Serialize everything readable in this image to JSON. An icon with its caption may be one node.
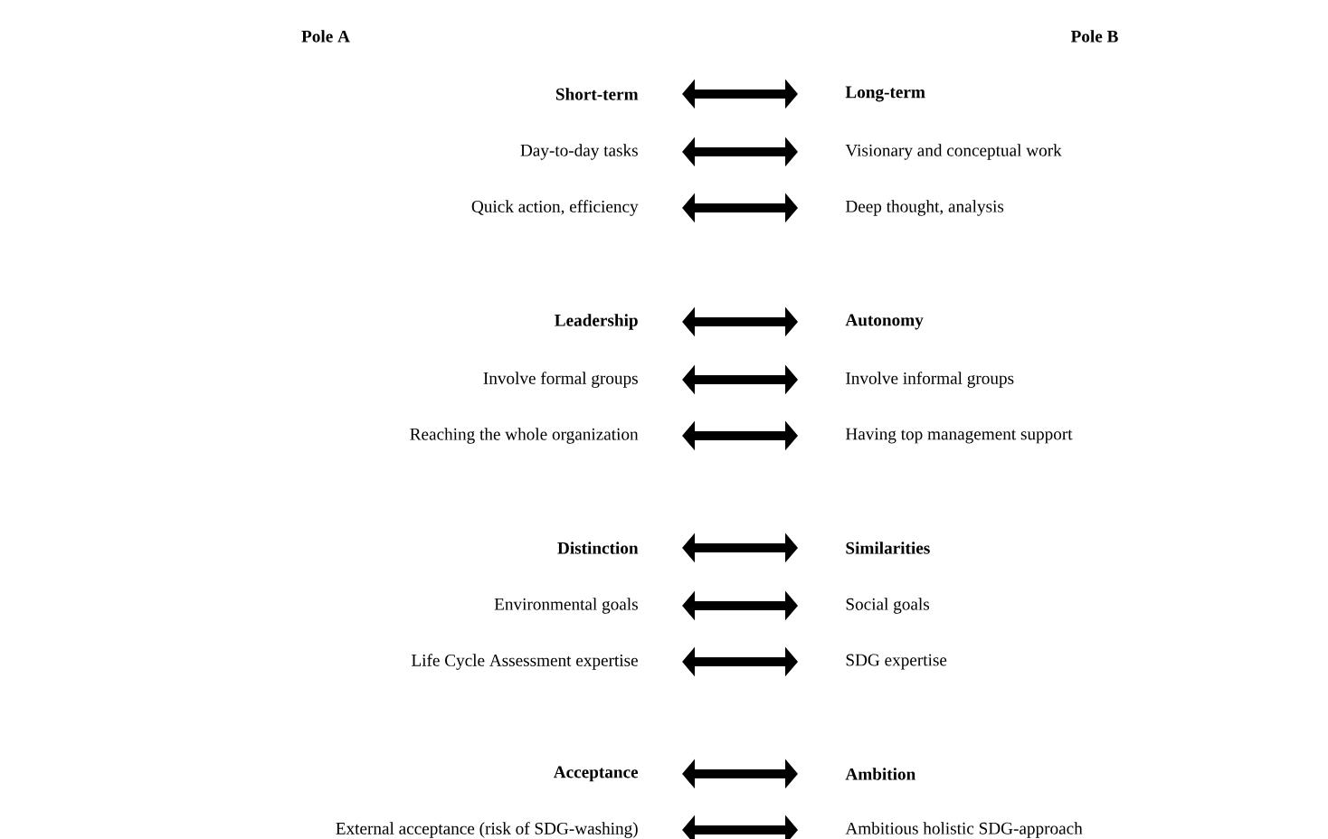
{
  "diagram": {
    "nodes": [
      {
        "text": [
          "Short-term"
        ]
      },
      {
        "text": [
          "Long-term"
        ]
      },
      {
        "text": [
          "Day-to-day tasks"
        ]
      },
      {
        "text": [
          "Visionary and conceptual work"
        ]
      },
      {
        "text": [
          "Quick action, efficiency"
        ]
      },
      {
        "text": [
          "Deep thought, analysis"
        ]
      },
      {
        "text": [
          "Leadership"
        ]
      },
      {
        "text": [
          "Autonomy"
        ]
      },
      {
        "text": [
          "Involve formal groups"
        ]
      },
      {
        "text": [
          "Involve informal groups"
        ]
      },
      {
        "text": [
          "Reaching the whole organization"
        ]
      },
      {
        "text": [
          "Having top management support"
        ]
      },
      {
        "text": [
          "Distinction"
        ]
      },
      {
        "text": [
          "Similarities"
        ]
      },
      {
        "text": [
          "Environmental goals"
        ]
      },
      {
        "text": [
          "Social goals"
        ]
      },
      {
        "text": [
          "Life Cycle Assessment expertise"
        ]
      },
      {
        "text": [
          "SDG expertise"
        ]
      },
      {
        "text": [
          "Acceptance"
        ]
      },
      {
        "text": [
          "Ambition"
        ]
      },
      {
        "text": [
          "External acceptance (risk of SDG-washing)"
        ]
      },
      {
        "text": [
          "Ambitious holistic SDG-approach"
        ]
      }
    ],
    "edges": [
      {
        "from": 0,
        "to": 1,
        "arrow": "both"
      },
      {
        "from": 2,
        "to": 3,
        "arrow": "both"
      },
      {
        "from": 4,
        "to": 5,
        "arrow": "both"
      },
      {
        "from": 6,
        "to": 7,
        "arrow": "both"
      },
      {
        "from": 8,
        "to": 9,
        "arrow": "both"
      },
      {
        "from": 10,
        "to": 11,
        "arrow": "both"
      },
      {
        "from": 12,
        "to": 13,
        "arrow": "both"
      },
      {
        "from": 14,
        "to": 15,
        "arrow": "both"
      },
      {
        "from": 16,
        "to": 17,
        "arrow": "both"
      },
      {
        "from": 18,
        "to": 19,
        "arrow": "both"
      },
      {
        "from": 20,
        "to": 21,
        "arrow": "both"
      }
    ],
    "labels": [
      "Pole A",
      "Pole B"
    ]
  }
}
